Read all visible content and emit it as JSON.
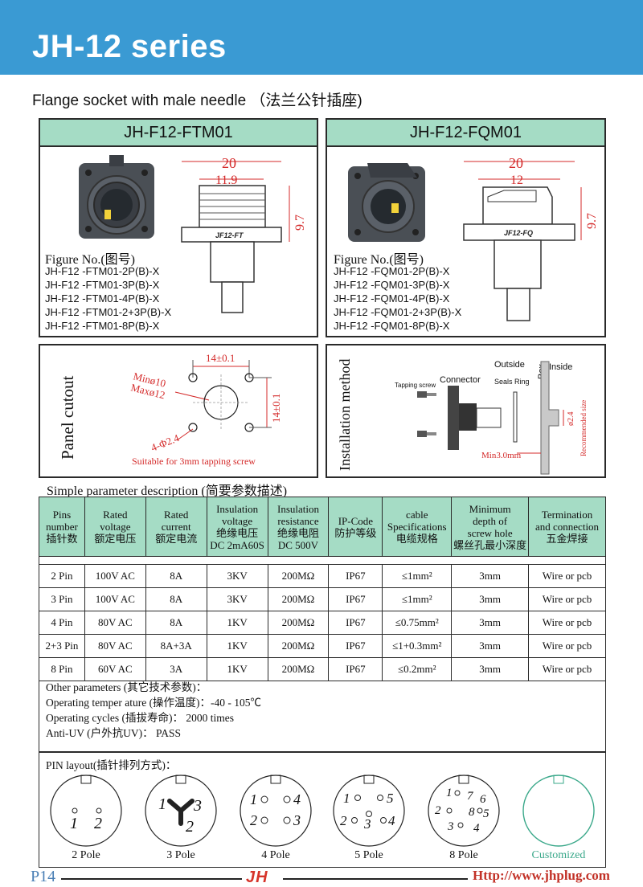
{
  "header": {
    "title": "JH-12 series"
  },
  "subtitle": "Flange socket with male needle （法兰公针插座)",
  "panels": {
    "left": {
      "title": "JH-F12-FTM01",
      "figure_label": "Figure No.(图号)",
      "models": [
        "JH-F12 -FTM01-2P(B)-X",
        "JH-F12 -FTM01-3P(B)-X",
        "JH-F12 -FTM01-4P(B)-X",
        "JH-F12 -FTM01-2+3P(B)-X",
        "JH-F12 -FTM01-8P(B)-X"
      ],
      "dims": {
        "width": "20",
        "inner": "11.9",
        "height": "9.7"
      },
      "body_label": "JF12-FT"
    },
    "right": {
      "title": "JH-F12-FQM01",
      "figure_label": "Figure No.(图号)",
      "models": [
        "JH-F12 -FQM01-2P(B)-X",
        "JH-F12 -FQM01-3P(B)-X",
        "JH-F12 -FQM01-4P(B)-X",
        "JH-F12 -FQM01-2+3P(B)-X",
        "JH-F12 -FQM01-8P(B)-X"
      ],
      "dims": {
        "width": "20",
        "inner": "12",
        "height": "9.7"
      },
      "body_label": "JF12-FQ"
    }
  },
  "cutout": {
    "title": "Panel cutout",
    "min": "Minø10",
    "max": "Maxø12",
    "hspace": "14±0.1",
    "vspace": "14±0.1",
    "holes": "4-Φ2.4",
    "note": "Suitable for 3mm tapping screw"
  },
  "install": {
    "title": "Installation method",
    "outside": "Outside",
    "box": "Box",
    "inside": "Inside",
    "tapping": "Tapping screw",
    "connector": "Connector",
    "seals": "Seals Ring",
    "hole": "ø2.4",
    "recommended": "Recommended size",
    "min": "Min3.0mm"
  },
  "params": {
    "title": "Simple parameter description (简要参数描述)",
    "headers": [
      [
        "Pins",
        "number",
        "插针数"
      ],
      [
        "Rated",
        "voltage",
        "额定电压"
      ],
      [
        "Rated",
        "current",
        "额定电流"
      ],
      [
        "Insulation",
        "voltage",
        "绝缘电压",
        "DC 2mA60S"
      ],
      [
        "Insulation",
        "resistance",
        "绝缘电阻",
        "DC 500V"
      ],
      [
        "IP-Code",
        "防护等级"
      ],
      [
        "cable",
        "Specifications",
        "电缆规格"
      ],
      [
        "Minimum",
        "depth of",
        "screw hole",
        "螺丝孔最小深度"
      ],
      [
        "Termination",
        "and connection",
        "五金焊接"
      ]
    ],
    "rows": [
      [
        "2 Pin",
        "100V AC",
        "8A",
        "3KV",
        "200MΩ",
        "IP67",
        "≤1mm²",
        "3mm",
        "Wire or pcb"
      ],
      [
        "3 Pin",
        "100V AC",
        "8A",
        "3KV",
        "200MΩ",
        "IP67",
        "≤1mm²",
        "3mm",
        "Wire or pcb"
      ],
      [
        "4 Pin",
        "80V AC",
        "8A",
        "1KV",
        "200MΩ",
        "IP67",
        "≤0.75mm²",
        "3mm",
        "Wire or pcb"
      ],
      [
        "2+3 Pin",
        "80V AC",
        "8A+3A",
        "1KV",
        "200MΩ",
        "IP67",
        "≤1+0.3mm²",
        "3mm",
        "Wire or pcb"
      ],
      [
        "8 Pin",
        "60V AC",
        "3A",
        "1KV",
        "200MΩ",
        "IP67",
        "≤0.2mm²",
        "3mm",
        "Wire or pcb"
      ]
    ]
  },
  "other": {
    "title": "Other parameters (其它技术参数)：",
    "temp": "Operating temper ature (操作温度)：-40 - 105℃",
    "cycles": "Operating cycles (插拔寿命)： 2000 times",
    "uv": "Anti-UV (户外抗UV)： PASS"
  },
  "pins": {
    "title": "PIN layout(插针排列方式)：",
    "labels": [
      "2 Pole",
      "3 Pole",
      "4 Pole",
      "5 Pole",
      "8 Pole",
      "Customized"
    ],
    "two": [
      "1",
      "2"
    ],
    "three": [
      "1",
      "2",
      "3"
    ],
    "four": [
      "1",
      "2",
      "3",
      "4"
    ],
    "five": [
      "1",
      "2",
      "3",
      "4",
      "5"
    ],
    "eight": [
      "1",
      "2",
      "3",
      "4",
      "5",
      "6",
      "7",
      "8"
    ]
  },
  "footer": {
    "page": "P14",
    "logo": "JH",
    "url": "Http://www.jhplug.com"
  },
  "colors": {
    "header": "#3a9ad3",
    "table_head": "#a5dcc5",
    "dim_red": "#d42a2a",
    "customized": "#3aa88a"
  }
}
